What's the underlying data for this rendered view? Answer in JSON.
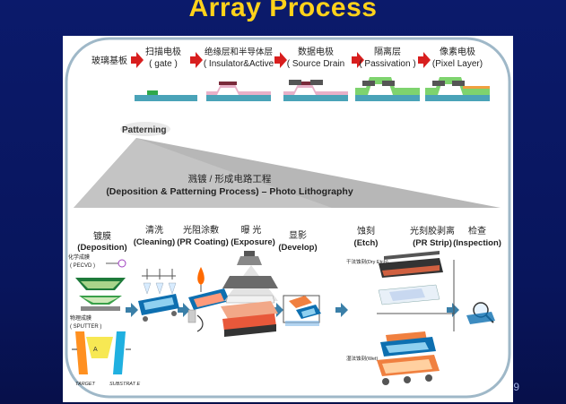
{
  "title": "Array Process",
  "page_number": "9",
  "top_flow": {
    "start_label": "玻璃基板",
    "steps": [
      {
        "cn": "扫描电极",
        "en": "( gate )"
      },
      {
        "cn": "绝缘层和半导体层",
        "en": "( Insulator&Active"
      },
      {
        "cn": "数据电极",
        "en": "( Source Drain"
      },
      {
        "cn": "隔离层",
        "en": "( Passivation )"
      },
      {
        "cn": "像素电极",
        "en": "(Pixel Layer)"
      }
    ]
  },
  "patterning": {
    "label": "Patterning",
    "cn": "溅镀 / 形成电路工程",
    "en": "(Deposition & Patterning Process) – Photo Lithography"
  },
  "process_steps": [
    {
      "cn": "镀膜",
      "en": "(Deposition)"
    },
    {
      "cn": "清洗",
      "en": "(Cleaning)"
    },
    {
      "cn": "光阻涂敷",
      "en": "(PR Coating)"
    },
    {
      "cn": "曝 光",
      "en": "(Exposure)"
    },
    {
      "cn": "显影",
      "en": "(Develop)"
    },
    {
      "cn": "蚀刻",
      "en": "(Etch)"
    },
    {
      "cn": "光刻胶剥离",
      "en": "(PR Strip)"
    },
    {
      "cn": "检查",
      "en": "(Inspection)"
    }
  ],
  "small_labels": {
    "pecvd_cn": "化学成膜",
    "pecvd": "( PECVD )",
    "sputter_cn": "物理成膜",
    "sputter": "( SPUTTER )",
    "target": "TARGET",
    "substrate": "SUBSTRAT E",
    "dry_etch": "干法蚀刻(Dry Etch)",
    "wet_etch": "湿法蚀刻(Wet)"
  },
  "colors": {
    "title": "#ffd21a",
    "arrow": "#d81e1e",
    "step_arrow": "#3a7fa8",
    "glass": "#4aa3b8"
  }
}
